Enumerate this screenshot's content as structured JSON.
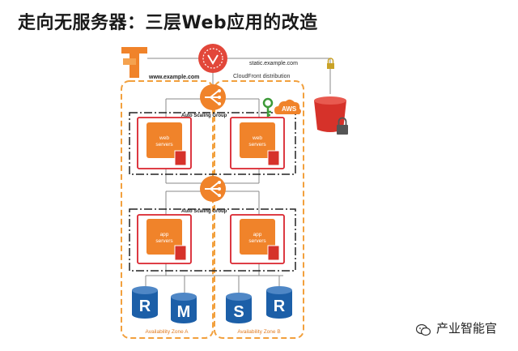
{
  "title": "走向无服务器：三层Web应用的改造",
  "labels": {
    "www": "www.example.com",
    "static": "static.example.com",
    "cloudfront": "CloudFront distribution",
    "asg1": "Auto Scaling Group",
    "asg2": "Auto Scaling Group",
    "aws": "AWS",
    "web1_l1": "web",
    "web1_l2": "servers",
    "web2_l1": "web",
    "web2_l2": "servers",
    "app1_l1": "app",
    "app1_l2": "servers",
    "app2_l1": "app",
    "app2_l2": "servers",
    "db1": "R",
    "db2": "M",
    "db3": "S",
    "db4": "R",
    "az_a": "Availability Zone A",
    "az_b": "Availability Zone B"
  },
  "watermark": "产业智能官",
  "colors": {
    "orange": "#f0832a",
    "dashed_orange": "#f2a03d",
    "red": "#d9232d",
    "bucket_red": "#d6322a",
    "db_blue": "#1c5fa8"
  }
}
